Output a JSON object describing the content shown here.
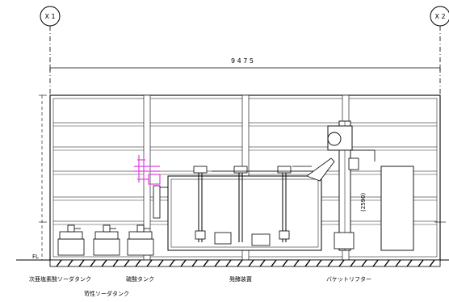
{
  "grid": {
    "axis_left": "X 1",
    "axis_right": "X 2",
    "span": "9 4 7 5"
  },
  "floor_label": "FL",
  "equipment_labels": [
    "次亜塩素酸ソーダタンク",
    "苛性ソーダタンク",
    "硫酸タンク",
    "発酵装置",
    "バケットリフター"
  ],
  "dimension_note": "(2590)",
  "colors": {
    "accent_pipe": "#e040e0",
    "line": "#000000"
  }
}
